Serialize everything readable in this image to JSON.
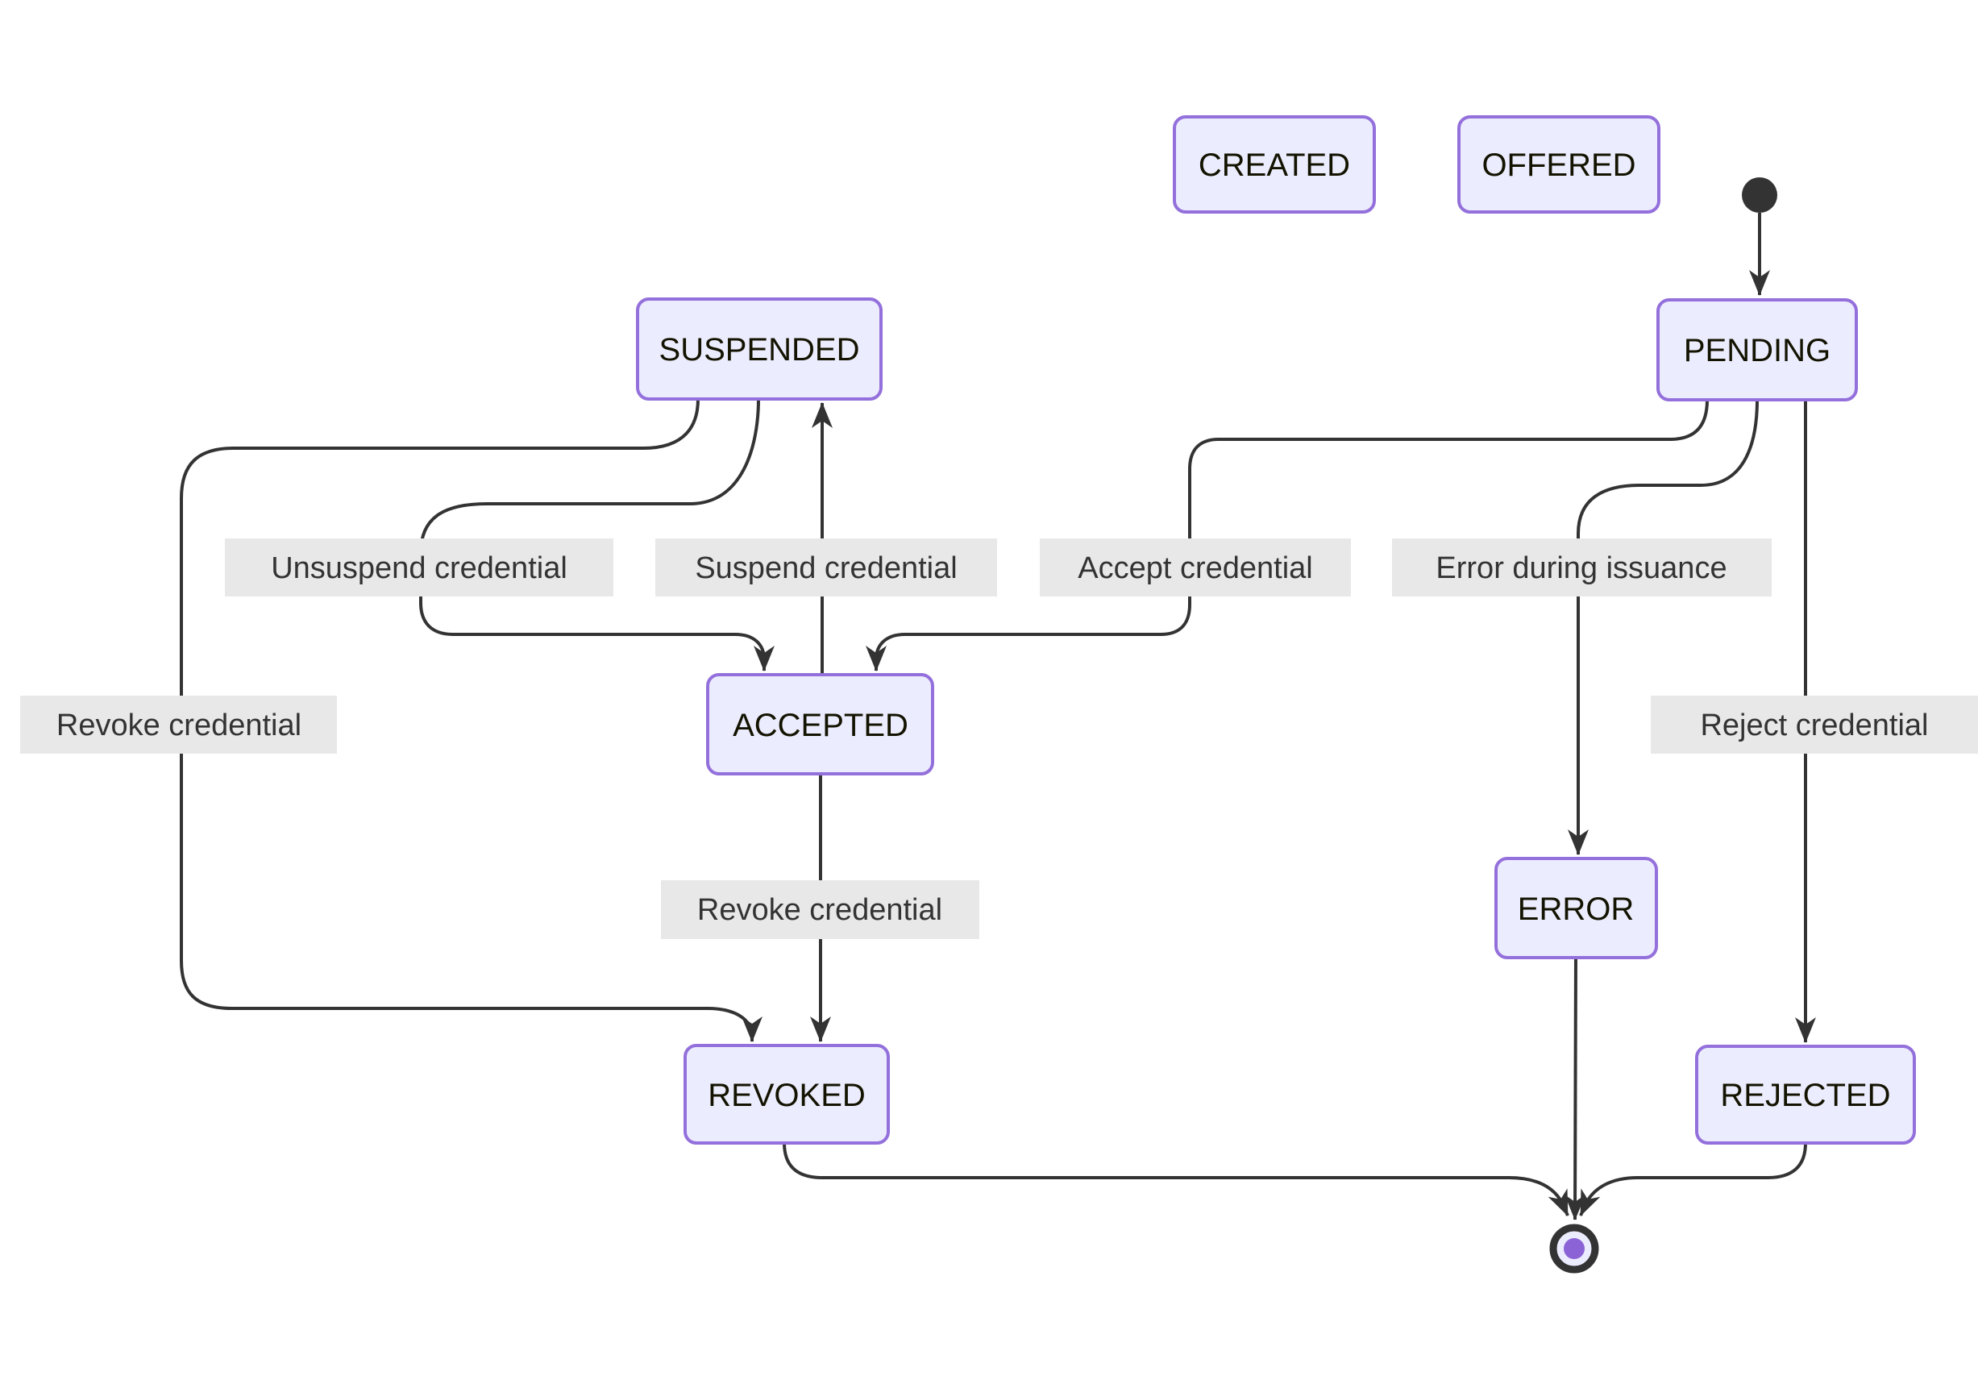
{
  "diagram": {
    "type": "state-machine",
    "background_color": "#ffffff",
    "colors": {
      "node_fill": "#ECECFF",
      "node_border": "#9370DB",
      "node_text": "#131300",
      "edge_stroke": "#333333",
      "edge_label_bg": "#e8e8e8",
      "edge_label_text": "#333333",
      "start_state_fill": "#333333",
      "final_state_ring": "#333333",
      "final_state_inner_fill": "#ECECFF",
      "final_state_dot": "#8b63d6"
    },
    "nodes": {
      "created": {
        "label": "CREATED"
      },
      "offered": {
        "label": "OFFERED"
      },
      "pending": {
        "label": "PENDING"
      },
      "suspended": {
        "label": "SUSPENDED"
      },
      "accepted": {
        "label": "ACCEPTED"
      },
      "error": {
        "label": "ERROR"
      },
      "revoked": {
        "label": "REVOKED"
      },
      "rejected": {
        "label": "REJECTED"
      }
    },
    "isolated_nodes": [
      "CREATED",
      "OFFERED"
    ],
    "special_states": {
      "start": "initial-state-dot",
      "end": "final-state-circle"
    },
    "transitions": [
      {
        "from": "start",
        "to": "PENDING",
        "label": ""
      },
      {
        "from": "PENDING",
        "to": "ACCEPTED",
        "label": "Accept credential"
      },
      {
        "from": "PENDING",
        "to": "ERROR",
        "label": "Error during issuance"
      },
      {
        "from": "PENDING",
        "to": "REJECTED",
        "label": "Reject credential"
      },
      {
        "from": "SUSPENDED",
        "to": "ACCEPTED",
        "label": "Unsuspend credential"
      },
      {
        "from": "ACCEPTED",
        "to": "SUSPENDED",
        "label": "Suspend credential"
      },
      {
        "from": "SUSPENDED",
        "to": "REVOKED",
        "label": "Revoke credential"
      },
      {
        "from": "ACCEPTED",
        "to": "REVOKED",
        "label": "Revoke credential"
      },
      {
        "from": "REVOKED",
        "to": "end",
        "label": ""
      },
      {
        "from": "ERROR",
        "to": "end",
        "label": ""
      },
      {
        "from": "REJECTED",
        "to": "end",
        "label": ""
      }
    ]
  }
}
